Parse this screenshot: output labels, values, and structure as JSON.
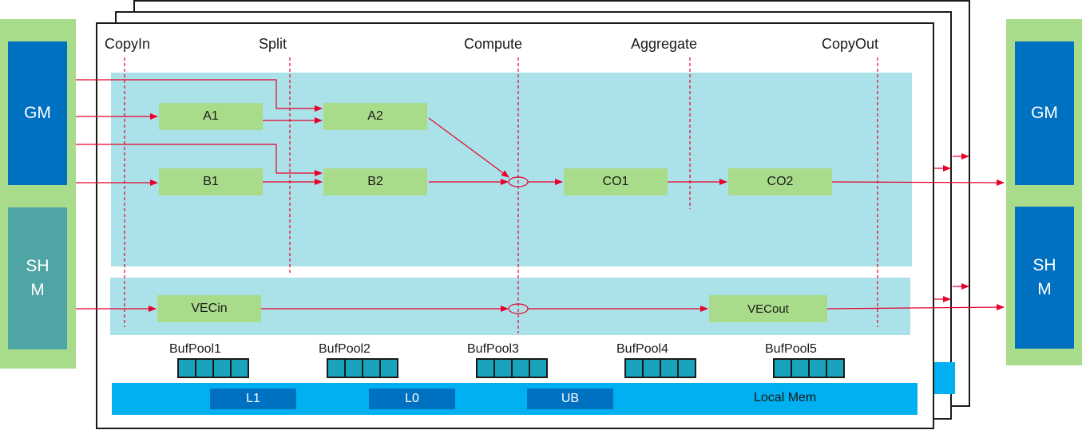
{
  "stages": [
    "CopyIn",
    "Split",
    "Compute",
    "Aggregate",
    "CopyOut"
  ],
  "left_memory": {
    "gm": "GM",
    "shm": "SH\nM"
  },
  "right_memory": {
    "gm": "GM",
    "shm": "SH\nM"
  },
  "nodes": {
    "a1": "A1",
    "a2": "A2",
    "b1": "B1",
    "b2": "B2",
    "co1": "CO1",
    "co2": "CO2",
    "vecin": "VECin",
    "vecout": "VECout"
  },
  "buf_pools": [
    "BufPool1",
    "BufPool2",
    "BufPool3",
    "BufPool4",
    "BufPool5"
  ],
  "local_mem": {
    "l1": "L1",
    "l0": "L0",
    "ub": "UB",
    "label": "Local Mem"
  },
  "colors": {
    "arrow": "#e8002a",
    "gm_blue": "#0070c0",
    "band": "#abe2ea",
    "node_green": "#a9dc8a",
    "local_mem": "#00b0f0",
    "shm_teal": "#4fa5a5"
  }
}
